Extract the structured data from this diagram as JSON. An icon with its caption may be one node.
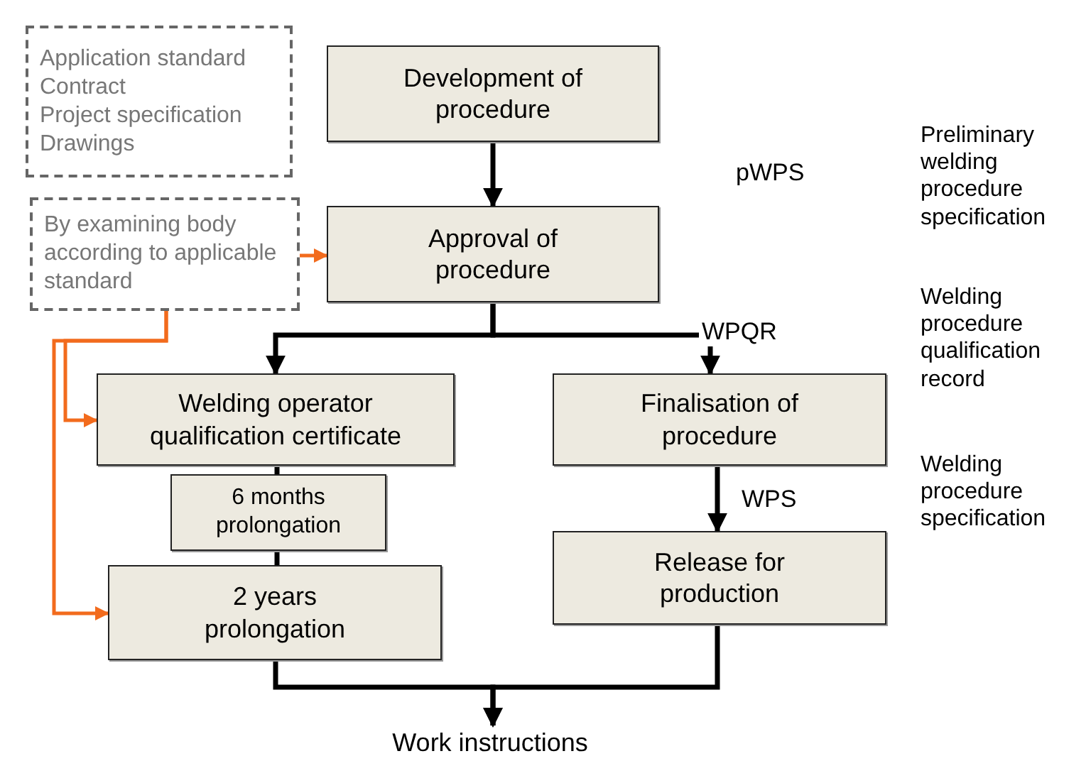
{
  "diagram": {
    "nodes": [
      {
        "text": [
          "Application standard",
          "Contract",
          "Project specification",
          "Drawings"
        ]
      },
      {
        "text": [
          "Development of procedure"
        ]
      },
      {
        "text": [
          "By examining body according to applicable standard"
        ]
      },
      {
        "text": [
          "Approval of procedure"
        ]
      },
      {
        "text": [
          "Welding operator qualification certificate"
        ]
      },
      {
        "text": [
          "Finalisation of procedure"
        ]
      },
      {
        "text": [
          "6 months prolongation"
        ]
      },
      {
        "text": [
          "2 years prolongation"
        ]
      },
      {
        "text": [
          "Release for production"
        ]
      },
      {
        "text": [
          "Work instructions"
        ]
      }
    ],
    "edges": [
      {
        "from": 1,
        "to": 3,
        "arrow": "to"
      },
      {
        "from": 3,
        "to": 4,
        "arrow": "to"
      },
      {
        "from": 3,
        "to": 5,
        "arrow": "to",
        "label": "WPQR"
      },
      {
        "from": 2,
        "to": 3,
        "arrow": "to",
        "color": "#f26b1d"
      },
      {
        "from": 2,
        "to": 4,
        "arrow": "to",
        "color": "#f26b1d"
      },
      {
        "from": 2,
        "to": 7,
        "arrow": "to",
        "color": "#f26b1d"
      },
      {
        "from": 4,
        "to": 6,
        "arrow": "none"
      },
      {
        "from": 6,
        "to": 7,
        "arrow": "none"
      },
      {
        "from": 5,
        "to": 8,
        "arrow": "to",
        "label": "WPS"
      },
      {
        "from": 7,
        "to": 9,
        "arrow": "to"
      },
      {
        "from": 8,
        "to": 9,
        "arrow": "to"
      }
    ],
    "labels": [
      "Preliminary welding procedure specification",
      "pWPS",
      "Welding procedure qualification record",
      "Welding procedure specification"
    ]
  }
}
